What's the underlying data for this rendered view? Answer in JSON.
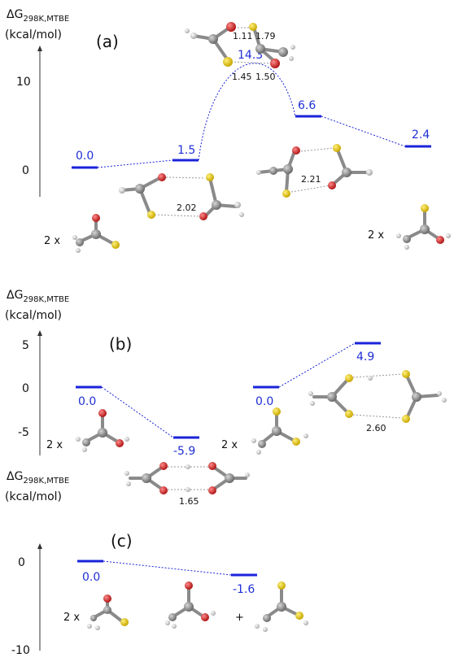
{
  "panels": [
    {
      "label": "(a)",
      "axis": {
        "title_main": "ΔG",
        "title_sub": "298K,MTBE",
        "title_unit": "(kcal/mol)",
        "ticks": [
          "10",
          "0"
        ]
      },
      "levels": [
        "0.0",
        "1.5",
        "14.3",
        "6.6",
        "2.4"
      ],
      "distances": [
        "1.11",
        "1.79",
        "1.45",
        "1.50",
        "2.02",
        "2.21"
      ],
      "counts": [
        "2 x",
        "2 x"
      ]
    },
    {
      "label": "(b)",
      "axis": {
        "title_main": "ΔG",
        "title_sub": "298K,MTBE",
        "title_unit": "(kcal/mol)",
        "ticks": [
          "5",
          "0",
          "-5"
        ]
      },
      "levels": [
        "0.0",
        "-5.9",
        "0.0",
        "4.9"
      ],
      "distances": [
        "1.65",
        "2.60"
      ],
      "counts": [
        "2 x",
        "2 x"
      ]
    },
    {
      "label": "(c)",
      "axis": {
        "title_main": "ΔG",
        "title_sub": "298K,MTBE",
        "title_unit": "(kcal/mol)",
        "ticks": [
          "0",
          "-10"
        ]
      },
      "levels": [
        "0.0",
        "-1.6"
      ],
      "counts": [
        "2 x"
      ],
      "plus": "+"
    }
  ],
  "colors": {
    "level": "#1a23d9",
    "energy_text": "#1f2fd6",
    "oxygen": "#d42a2a",
    "sulfur": "#e0c21a",
    "carbon": "#8a8a8a",
    "hydrogen": "#d8d8d8"
  }
}
